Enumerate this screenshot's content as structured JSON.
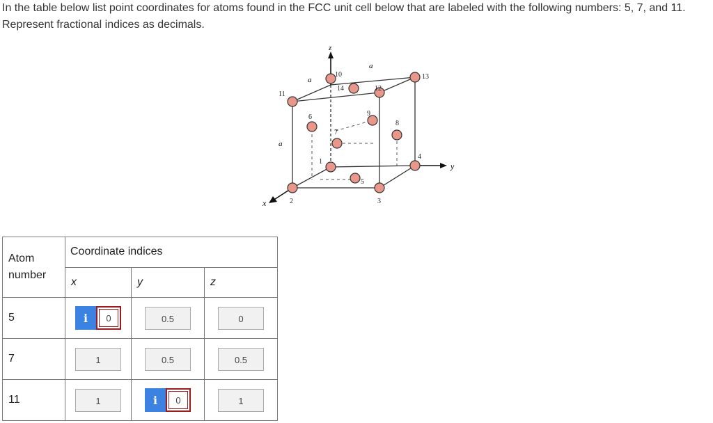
{
  "question": {
    "text": "In the table below list point coordinates for atoms found in the FCC unit cell below that are labeled with the following numbers: 5, 7, and 11. Represent fractional indices as decimals."
  },
  "figure": {
    "axis_labels": {
      "z": "z",
      "y": "y",
      "x": "x"
    },
    "edge_labels": {
      "a_top_left": "a",
      "a_top_right": "a",
      "a_vertical": "a"
    },
    "atom_labels": [
      "1",
      "2",
      "3",
      "4",
      "5",
      "6",
      "7",
      "8",
      "9",
      "10",
      "11",
      "12",
      "13",
      "14"
    ],
    "atom_color": "#e8978a"
  },
  "table": {
    "header_atom": "Atom number",
    "header_coords": "Coordinate indices",
    "axis_x": "x",
    "axis_y": "y",
    "axis_z": "z",
    "rows": [
      {
        "atom": "5",
        "x": "0",
        "y": "0.5",
        "z": "0"
      },
      {
        "atom": "7",
        "x": "1",
        "y": "0.5",
        "z": "0.5"
      },
      {
        "atom": "11",
        "x": "1",
        "y": "0",
        "z": "1"
      }
    ],
    "info_icon_glyph": "i"
  },
  "colors": {
    "info_button": "#3b82e2",
    "error_border": "#9b1c1c",
    "input_bg": "#f1f1f1"
  }
}
